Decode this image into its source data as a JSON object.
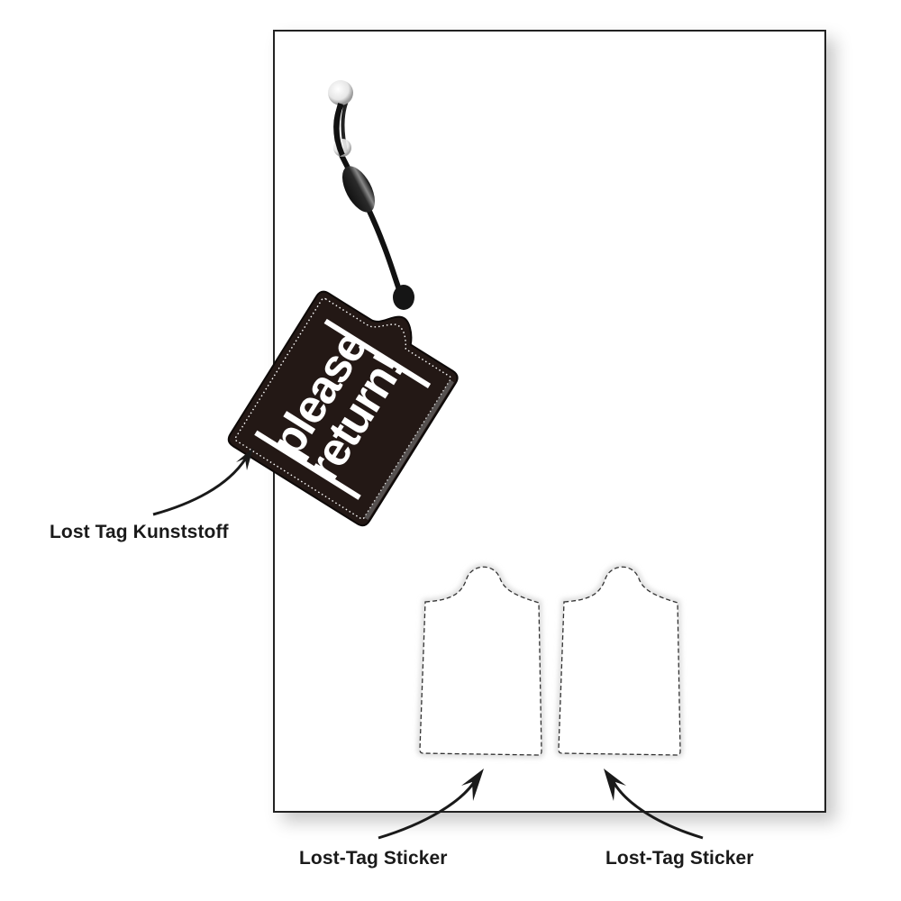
{
  "sheet": {
    "background": "#ffffff",
    "border_color": "#222222"
  },
  "product": {
    "name": "lost-tag-kunststoff",
    "text_line_1": "please",
    "text_line_2": "return!",
    "tag_color": "#231815",
    "text_color": "#ffffff"
  },
  "stickers": [
    {
      "name": "lost-tag-sticker-left"
    },
    {
      "name": "lost-tag-sticker-right"
    }
  ],
  "labels": {
    "tag": "Lost Tag Kunststoff",
    "sticker_left": "Lost-Tag Sticker",
    "sticker_right": "Lost-Tag Sticker"
  }
}
